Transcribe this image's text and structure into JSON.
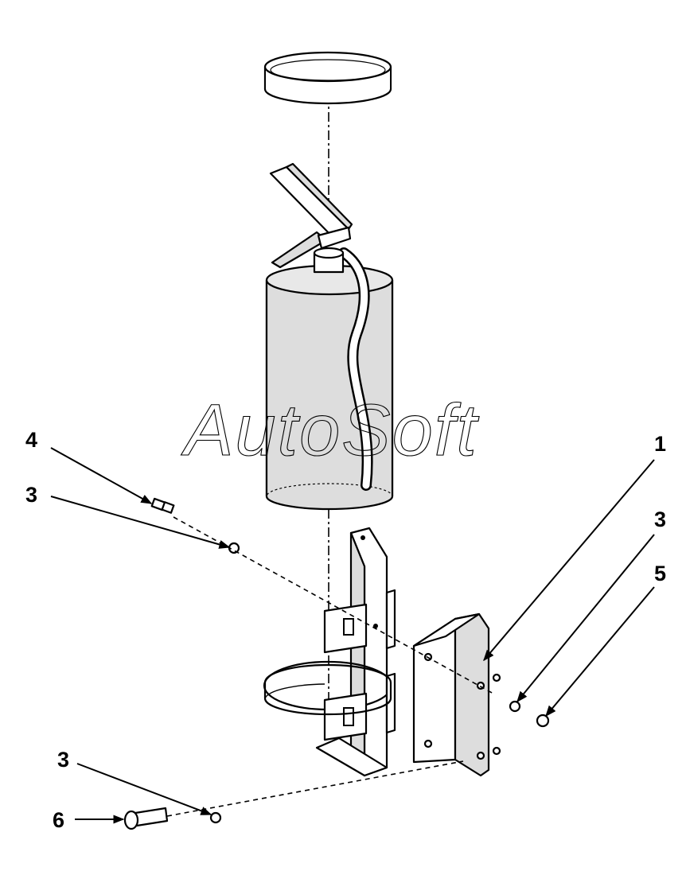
{
  "watermark": "AutoSoft",
  "callouts": [
    "1",
    "3",
    "5",
    "4",
    "3",
    "3",
    "6"
  ],
  "colors": {
    "line": "#000000",
    "background": "#ffffff",
    "shade": "#dddddd"
  }
}
